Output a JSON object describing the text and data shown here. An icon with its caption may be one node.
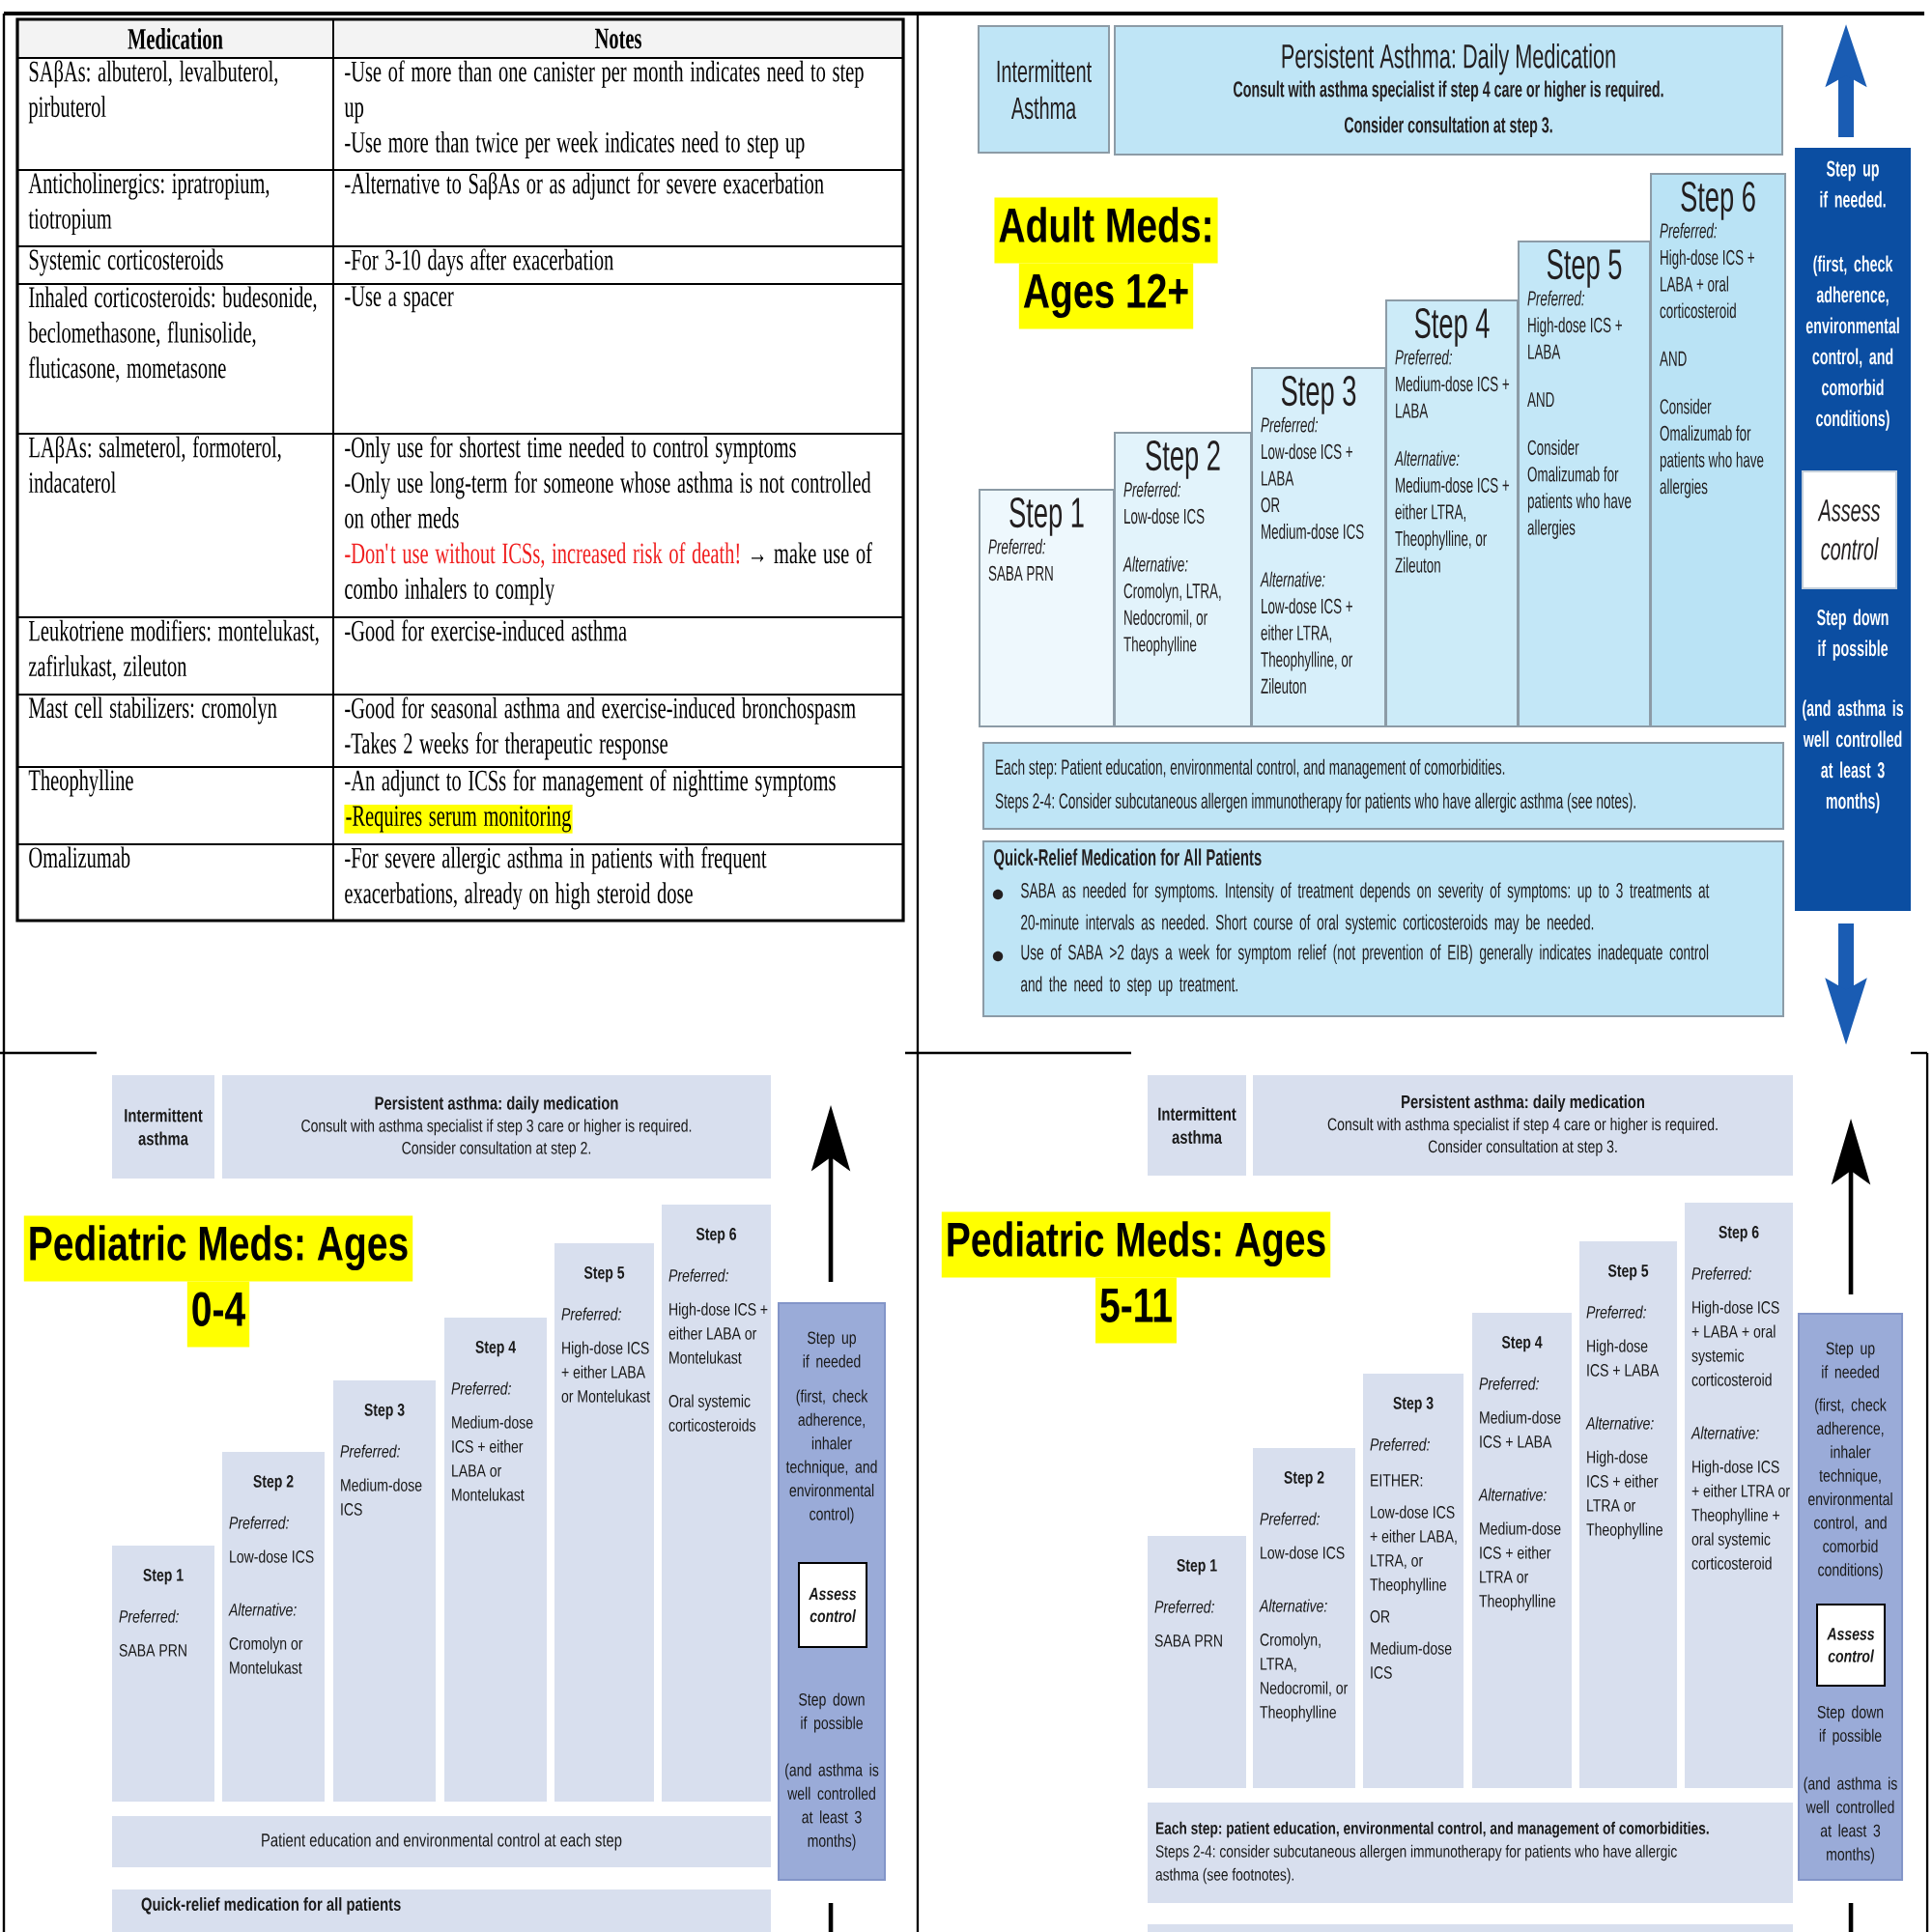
{
  "diagram": {
    "nodes": [
      {
        "text": [
          "Intermittent Asthma"
        ]
      },
      {
        "text": [
          "Persistent Asthma: Daily Medication",
          "Consult with asthma specialist if step 4 care or higher is required. Consider consultation at step 3."
        ]
      },
      {
        "text": [
          "Step 1",
          "Preferred:",
          "SABA PRN"
        ]
      },
      {
        "text": [
          "Step 2",
          "Preferred:",
          "Low-dose ICS",
          "Alternative:",
          "Cromolyn, LTRA, Nedocromil, or Theophylline"
        ]
      },
      {
        "text": [
          "Step 3",
          "Preferred:",
          "Low-dose ICS + LABA",
          "OR",
          "Medium-dose ICS",
          "Alternative:",
          "Low-dose ICS + either LTRA, Theophylline, or Zileuton"
        ]
      },
      {
        "text": [
          "Step 4",
          "Preferred:",
          "Medium-dose ICS + LABA",
          "Alternative:",
          "Medium-dose ICS + either LTRA, Theophylline, or Zileuton"
        ]
      },
      {
        "text": [
          "Step 5",
          "Preferred:",
          "High-dose ICS + LABA",
          "AND",
          "Consider Omalizumab for patients who have allergies"
        ]
      },
      {
        "text": [
          "Step 6",
          "Preferred:",
          "High-dose ICS + LABA + oral corticosteroid",
          "AND",
          "Consider Omalizumab for patients who have allergies"
        ]
      },
      {
        "text": [
          "Step up if needed.",
          "(first, check adherence, environmental control, and comorbid conditions)",
          "Step down if possible",
          "(and asthma is well controlled at least 3 months)"
        ]
      },
      {
        "text": [
          "Assess control"
        ],
        "in": 8
      },
      {
        "text": [
          "Each step: Patient education, environmental control, and management of comorbidities.",
          "Steps 2-4: Consider subcutaneous allergen immunotherapy for patients who have allergic asthma (see notes)."
        ]
      },
      {
        "text": [
          "Quick-Relief Medication for All Patients",
          "SABA as needed for symptoms. Intensity of treatment depends on severity of symptoms: up to 3 treatments at 20-minute intervals as needed. Short course of oral systemic corticosteroids may be needed.",
          "Use of SABA >2 days a week for symptom relief (not prevention of EIB) generally indicates inadequate control and the need to step up treatment."
        ]
      },
      {
        "text": [
          "Intermittent asthma"
        ]
      },
      {
        "text": [
          "Persistent asthma: daily medication",
          "Consult with asthma specialist if step 3 care or higher is required. Consider consultation at step 2."
        ]
      },
      {
        "text": [
          "Step 1",
          "Preferred:",
          "SABA PRN"
        ]
      },
      {
        "text": [
          "Step 2",
          "Preferred:",
          "Low-dose ICS",
          "Alternative:",
          "Cromolyn or Montelukast"
        ]
      },
      {
        "text": [
          "Step 3",
          "Preferred:",
          "Medium-dose ICS"
        ]
      },
      {
        "text": [
          "Step 4",
          "Preferred:",
          "Medium-dose ICS + either LABA or Montelukast"
        ]
      },
      {
        "text": [
          "Step 5",
          "Preferred:",
          "High-dose ICS + either LABA or Montelukast"
        ]
      },
      {
        "text": [
          "Step 6",
          "Preferred:",
          "High-dose ICS + either LABA or Montelukast",
          "Oral systemic corticosteroids"
        ]
      },
      {
        "text": [
          "Step up if needed",
          "(first, check adherence, inhaler technique, and environmental control)",
          "Step down if possible",
          "(and asthma is well controlled at least 3 months)"
        ]
      },
      {
        "text": [
          "Assess control"
        ],
        "in": 20
      },
      {
        "text": [
          "Patient education and environmental control at each step"
        ]
      },
      {
        "text": [
          "Quick-relief medication for all patients"
        ]
      },
      {
        "text": [
          "Intermittent asthma"
        ]
      },
      {
        "text": [
          "Persistent asthma: daily medication",
          "Consult with asthma specialist if step 4 care or higher is required. Consider consultation at step 3."
        ]
      },
      {
        "text": [
          "Step 1",
          "Preferred:",
          "SABA PRN"
        ]
      },
      {
        "text": [
          "Step 2",
          "Preferred:",
          "Low-dose ICS",
          "Alternative:",
          "Cromolyn, LTRA, Nedocromil, or Theophylline"
        ]
      },
      {
        "text": [
          "Step 3",
          "Preferred:",
          "EITHER:",
          "Low-dose ICS + either LABA, LTRA, or Theophylline",
          "OR",
          "Medium-dose ICS"
        ]
      },
      {
        "text": [
          "Step 4",
          "Preferred:",
          "Medium-dose ICS + LABA",
          "Alternative:",
          "Medium-dose ICS + either LTRA or Theophylline"
        ]
      },
      {
        "text": [
          "Step 5",
          "Preferred:",
          "High-dose ICS + LABA",
          "Alternative:",
          "High-dose ICS + either LTRA or Theophylline"
        ]
      },
      {
        "text": [
          "Step 6",
          "Preferred:",
          "High-dose ICS + LABA + oral systemic corticosteroid",
          "Alternative:",
          "High-dose ICS + either LTRA or Theophylline + oral systemic corticosteroid"
        ]
      },
      {
        "text": [
          "Step up if needed",
          "(first, check adherence, inhaler technique, environmental control, and comorbid conditions)",
          "Step down if possible",
          "(and asthma is well controlled at least 3 months)"
        ]
      },
      {
        "text": [
          "Assess control"
        ],
        "in": 32
      },
      {
        "text": [
          "Each step: patient education, environmental control, and management of comorbidities.",
          "Steps 2-4: consider subcutaneous allergen immunotherapy for patients who have allergic asthma (see footnotes)."
        ]
      },
      {
        "text": [],
        "shape": "box"
      }
    ],
    "labels": [
      "Medication",
      "Notes",
      "SAβAs: albuterol, levalbuterol, pirbuterol",
      "-Use of more than one canister per month indicates need to step up",
      "-Use more than twice per week indicates need to step up",
      "Anticholinergics: ipratropium, tiotropium",
      "-Alternative to SaβAs or as adjunct for severe exacerbation",
      "Systemic corticosteroids",
      "-For 3-10 days after exacerbation",
      "Inhaled corticosteroids: budesonide, beclomethasone, flunisolide, fluticasone, mometasone",
      "-Use a spacer",
      "LAβAs: salmeterol, formoterol, indacaterol",
      "-Only use for shortest time needed to control symptoms",
      "-Only use long-term for someone whose asthma is not controlled on other meds",
      "-Don't use without ICSs, increased risk of death!",
      "→ make use of combo inhalers to comply",
      "Leukotriene modifiers: montelukast, zafirlukast, zileuton",
      "-Good for exercise-induced asthma",
      "Mast cell stabilizers: cromolyn",
      "-Good for seasonal asthma and exercise-induced bronchospasm",
      "-Takes 2 weeks for therapeutic response",
      "Theophylline",
      "-An adjunct to ICSs for management of nighttime symptoms",
      "-Requires serum monitoring",
      "Omalizumab",
      "-For severe allergic asthma in patients with frequent exacerbations, already on high steroid dose",
      "Adult Meds: Ages 12+",
      "Pediatric Meds: Ages 0-4",
      "Pediatric Meds: Ages 5-11"
    ]
  }
}
